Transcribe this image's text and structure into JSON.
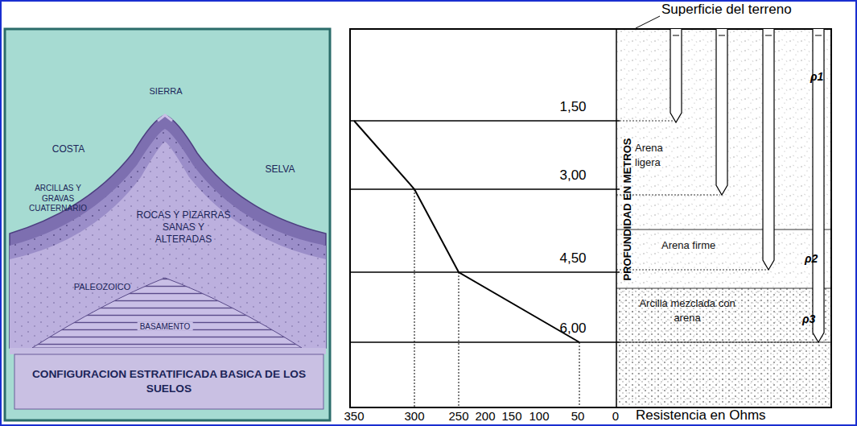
{
  "diagram": {
    "nodes": [
      {
        "text": [
          "CONFIGURACION ESTRATIFICADA BASICA DE LOS SUELOS"
        ]
      },
      {
        "text": [
          "Arena ligera",
          "ρ1"
        ]
      },
      {
        "text": [
          "Arena firme",
          "ρ2"
        ]
      },
      {
        "text": [
          "Arcilla mezclada con arena",
          "ρ3"
        ]
      }
    ],
    "labels": [
      "Superficie del terreno",
      "SIERRA",
      "COSTA",
      "SELVA",
      "ARCILLAS Y GRAVAS CUATERNARIO",
      "ROCAS Y PIZARRAS SANAS Y ALTERADAS",
      "PALEOZOICO",
      "BASAMENTO",
      "1,50",
      "3,00",
      "4,50",
      "6,00",
      "PROFUNDIDAD EN METROS",
      "350",
      "300",
      "250",
      "200",
      "150",
      "100",
      "50",
      "0",
      "Resistencia en Ohms"
    ]
  }
}
